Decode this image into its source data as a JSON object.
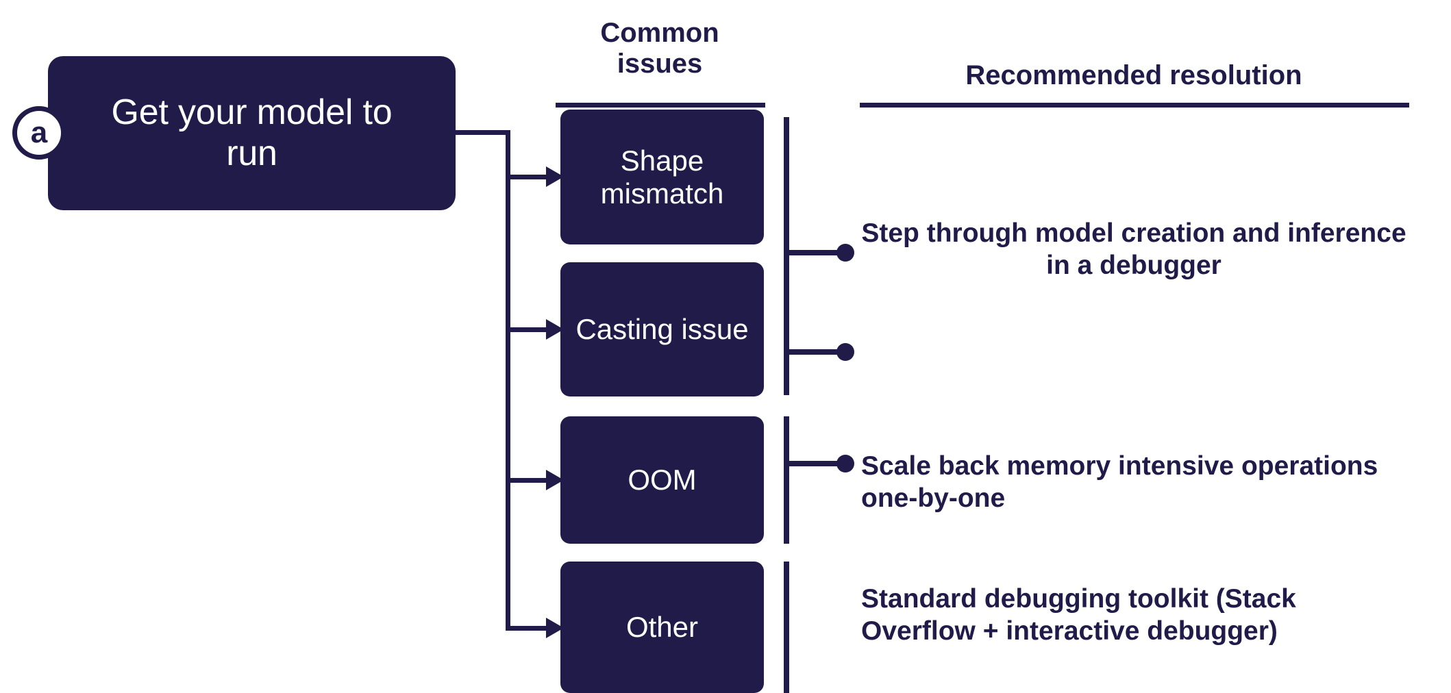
{
  "diagram": {
    "stage": {
      "badge": "a",
      "title": "Get your model to run"
    },
    "columns": {
      "issues_header": "Common issues",
      "resolution_header": "Recommended resolution"
    },
    "issues": [
      {
        "label": "Shape mismatch"
      },
      {
        "label": "Casting issue"
      },
      {
        "label": "OOM"
      },
      {
        "label": "Other"
      }
    ],
    "resolutions": [
      {
        "text": "Step through model creation and inference in a debugger"
      },
      {
        "text": "Scale back memory intensive operations one-by-one"
      },
      {
        "text": "Standard debugging toolkit (Stack Overflow + interactive debugger)"
      }
    ],
    "colors": {
      "navy": "#211B4A",
      "background": "#FFFFFF",
      "text_on_navy": "#FFFFFF"
    }
  }
}
